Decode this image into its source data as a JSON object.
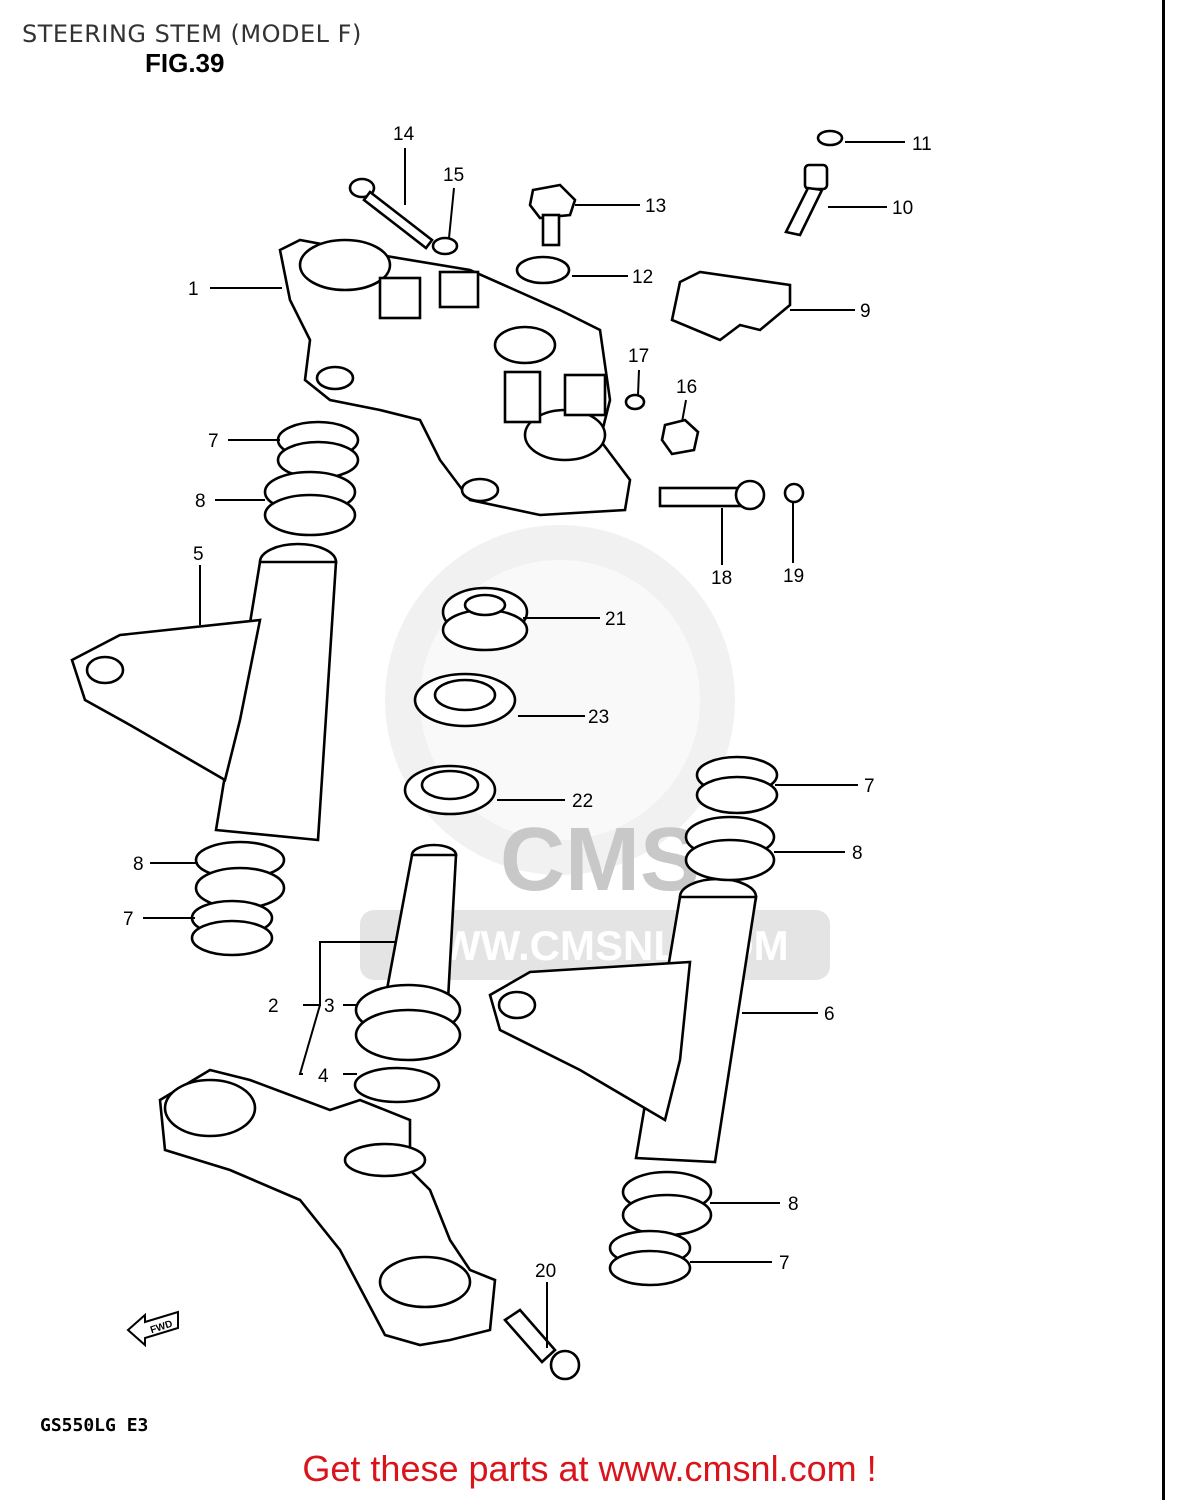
{
  "header": {
    "title": "STEERING STEM (MODEL F)",
    "figure": "FIG.39"
  },
  "model_code": "GS550LG E3",
  "footer": {
    "link_text": "Get these parts at www.cmsnl.com !"
  },
  "watermark": {
    "brand": "CMS",
    "url": "WWW.CMSNL.COM"
  },
  "arrow_label": "FWD",
  "callouts": [
    "1",
    "2",
    "3",
    "4",
    "5",
    "6",
    "7",
    "8",
    "9",
    "10",
    "11",
    "12",
    "13",
    "14",
    "15",
    "16",
    "17",
    "18",
    "19",
    "20",
    "21",
    "22",
    "23"
  ],
  "colors": {
    "footer_text": "#d9141b",
    "line_art": "#000000",
    "watermark": "#d0d0d0"
  }
}
